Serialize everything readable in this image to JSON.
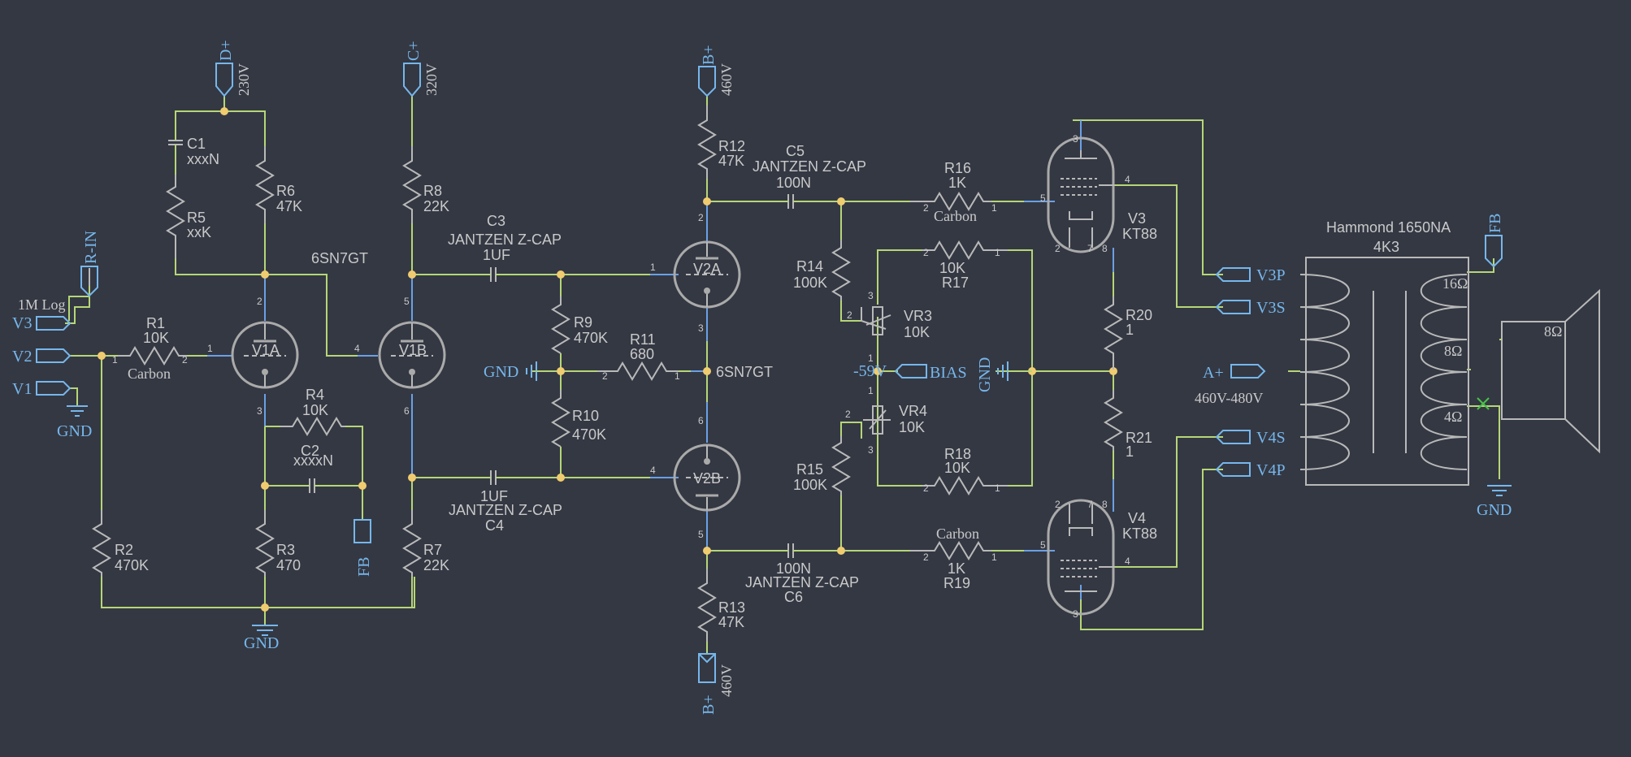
{
  "nets": {
    "d_plus": "D+",
    "d_plus_v": "230V",
    "c_plus": "C+",
    "c_plus_v": "320V",
    "b_plus_top": "B+",
    "b_plus_top_v": "460V",
    "b_plus_bot": "B+",
    "b_plus_bot_v": "460V",
    "r_in": "R-IN",
    "v3": "V3",
    "v2": "V2",
    "v1": "V1",
    "gnd_in": "GND",
    "gnd_bottom": "GND",
    "gnd_mid": "GND",
    "gnd_bias": "GND",
    "gnd_out": "GND",
    "fb_left": "FB",
    "fb_right": "FB",
    "bias": "BIAS",
    "bias_v": "-59V",
    "v3p": "V3P",
    "v3s": "V3S",
    "v4s": "V4S",
    "v4p": "V4P",
    "a_plus": "A+",
    "a_plus_v": "460V-480V"
  },
  "components": {
    "r1": {
      "ref": "R1",
      "value": "10K",
      "note": "Carbon"
    },
    "r2": {
      "ref": "R2",
      "value": "470K"
    },
    "r3": {
      "ref": "R3",
      "value": "470"
    },
    "r4": {
      "ref": "R4",
      "value": "10K"
    },
    "r5": {
      "ref": "R5",
      "value": "xxK"
    },
    "r6": {
      "ref": "R6",
      "value": "47K"
    },
    "r7": {
      "ref": "R7",
      "value": "22K"
    },
    "r8": {
      "ref": "R8",
      "value": "22K"
    },
    "r9": {
      "ref": "R9",
      "value": "470K"
    },
    "r10": {
      "ref": "R10",
      "value": "470K"
    },
    "r11": {
      "ref": "R11",
      "value": "680"
    },
    "r12": {
      "ref": "R12",
      "value": "47K"
    },
    "r13": {
      "ref": "R13",
      "value": "47K"
    },
    "r14": {
      "ref": "R14",
      "value": "100K"
    },
    "r15": {
      "ref": "R15",
      "value": "100K"
    },
    "r16": {
      "ref": "R16",
      "value": "1K",
      "note": "Carbon"
    },
    "r17": {
      "ref": "R17",
      "value": "10K"
    },
    "r18": {
      "ref": "R18",
      "value": "10K"
    },
    "r19": {
      "ref": "R19",
      "value": "1K",
      "note": "Carbon"
    },
    "r20": {
      "ref": "R20",
      "value": "1"
    },
    "r21": {
      "ref": "R21",
      "value": "1"
    },
    "c1": {
      "ref": "C1",
      "value": "xxxN"
    },
    "c2": {
      "ref": "C2",
      "value": "xxxxN"
    },
    "c3": {
      "ref": "C3",
      "type": "JANTZEN Z-CAP",
      "value": "1UF"
    },
    "c4": {
      "ref": "C4",
      "type": "JANTZEN Z-CAP",
      "value": "1UF"
    },
    "c5": {
      "ref": "C5",
      "type": "JANTZEN Z-CAP",
      "value": "100N"
    },
    "c6": {
      "ref": "C6",
      "type": "JANTZEN Z-CAP",
      "value": "100N"
    },
    "vr3": {
      "ref": "VR3",
      "value": "10K"
    },
    "vr4": {
      "ref": "VR4",
      "value": "10K"
    },
    "pot_in": {
      "value": "1M Log"
    },
    "v1a": {
      "ref": "V1A"
    },
    "v1b": {
      "ref": "V1B"
    },
    "v2a": {
      "ref": "V2A"
    },
    "v2b": {
      "ref": "V2B"
    },
    "v3": {
      "ref": "V3",
      "type": "KT88"
    },
    "v4": {
      "ref": "V4",
      "type": "KT88"
    },
    "tube_type_1": "6SN7GT",
    "tube_type_2": "6SN7GT",
    "transformer": {
      "model": "Hammond 1650NA",
      "impedance": "4K3",
      "tap_16": "16Ω",
      "tap_8": "8Ω",
      "tap_4": "4Ω"
    },
    "speaker": {
      "impedance": "8Ω"
    }
  },
  "pins": {
    "one": "1",
    "two": "2",
    "three": "3",
    "four": "4",
    "five": "5",
    "six": "6",
    "seven": "7",
    "eight": "8"
  },
  "colors": {
    "background": "#343843",
    "wire": "#b6d676",
    "net_label": "#76b7ec",
    "component": "#b9b9b9",
    "junction": "#f0cc70"
  }
}
